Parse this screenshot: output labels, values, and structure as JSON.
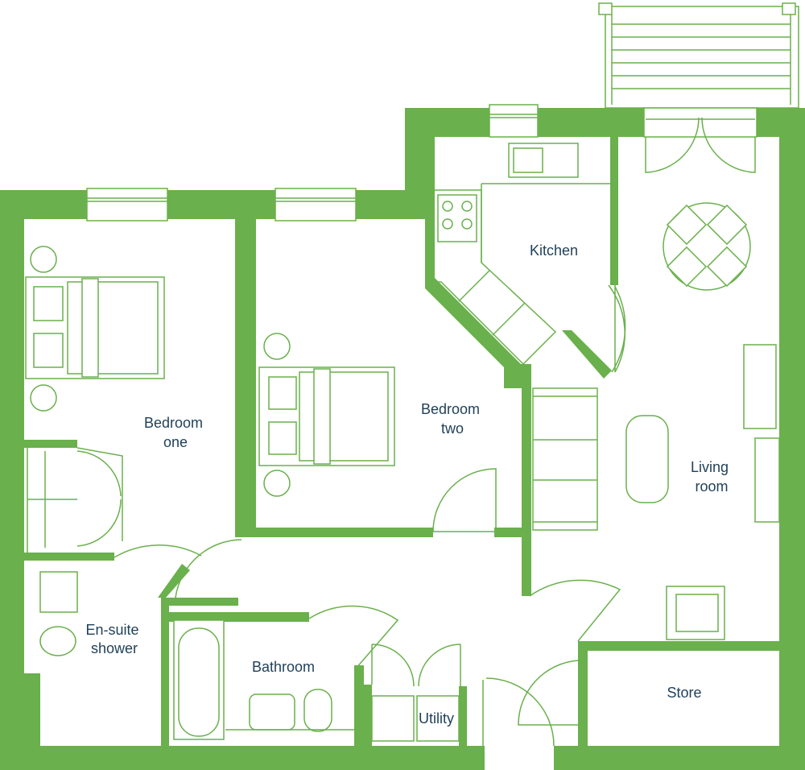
{
  "colors": {
    "wall": "#6ab04c",
    "line": "#6ab04c",
    "text": "#1f3f57"
  },
  "rooms": {
    "bedroom_one": [
      "Bedroom",
      "one"
    ],
    "bedroom_two": [
      "Bedroom",
      "two"
    ],
    "kitchen": [
      "Kitchen"
    ],
    "living_room": [
      "Living",
      "room"
    ],
    "ensuite": [
      "En-suite",
      "shower"
    ],
    "bathroom": [
      "Bathroom"
    ],
    "utility": [
      "Utility"
    ],
    "store": [
      "Store"
    ]
  }
}
